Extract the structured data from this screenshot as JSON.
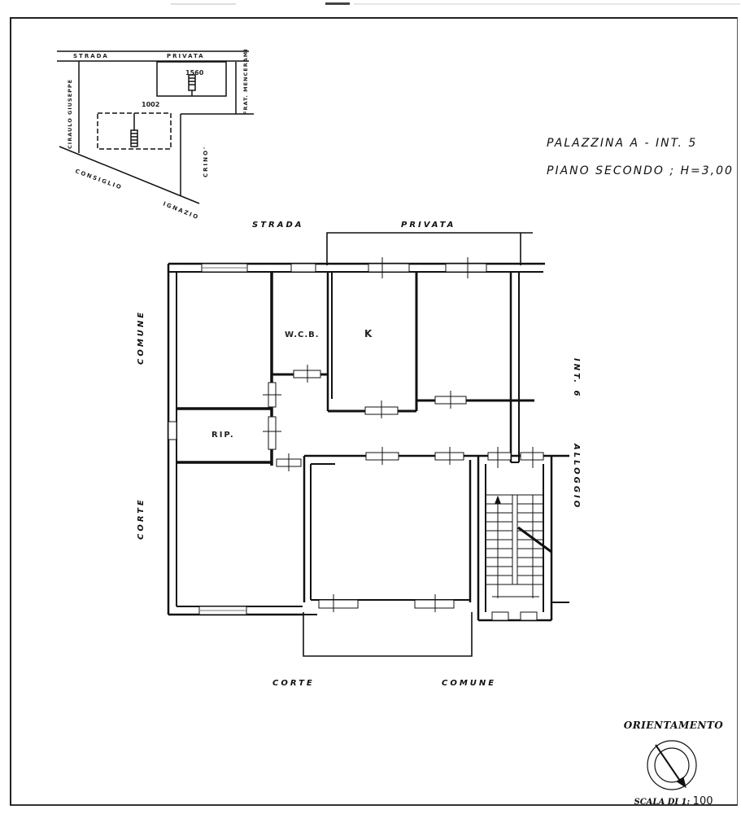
{
  "header": {
    "title_line_1": "PALAZZINA A - INT. 5",
    "title_line_2": "PIANO SECONDO ; H=3,00"
  },
  "site_plan": {
    "street_top_1": "STRADA",
    "street_top_2": "PRIVATA",
    "street_left": "CIRAULO GIUSEPPE",
    "street_bottom_1": "CONSIGLIO",
    "street_bottom_2": "IGNAZIO",
    "street_right": "CRINO'",
    "neighbor": "FRAT. MENCERAMI",
    "parcel_a": "1560",
    "parcel_b": "1002"
  },
  "boundaries": {
    "top_1": "STRADA",
    "top_2": "PRIVATA",
    "left_upper": "COMUNE",
    "left_lower": "CORTE",
    "bottom_1": "CORTE",
    "bottom_2": "COMUNE",
    "right_upper": "INT. 6",
    "right_lower": "ALLOGGIO"
  },
  "rooms": {
    "bathroom": "W.C.B.",
    "kitchen": "K",
    "storage": "RIP."
  },
  "legend": {
    "orientation_label": "ORIENTAMENTO",
    "scale_prefix": "SCALA DI 1:",
    "scale_value": "100"
  },
  "colors": {
    "ink": "#111111",
    "paper": "#ffffff"
  }
}
